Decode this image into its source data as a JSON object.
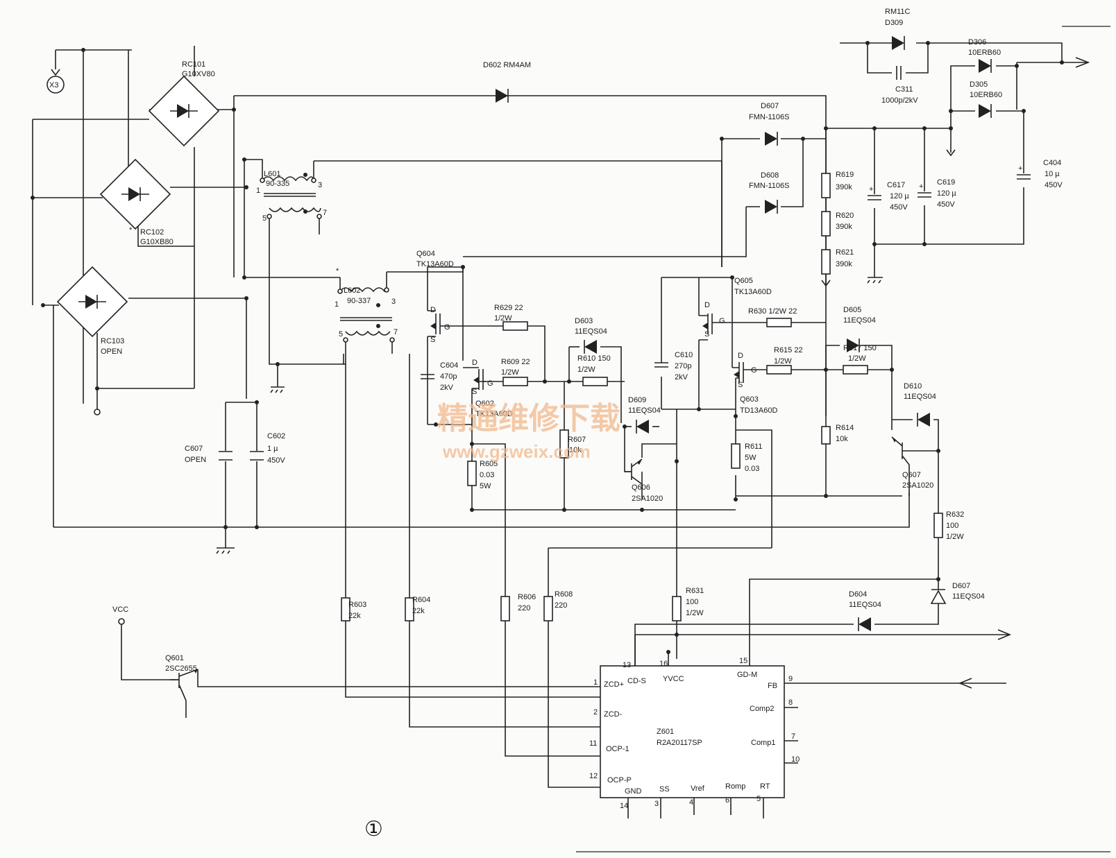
{
  "connectors": {
    "x3": "X3",
    "vcc": "VCC"
  },
  "bridges": {
    "rc101": {
      "ref": "RC101",
      "part": "G10XV80"
    },
    "rc102": {
      "ref": "RC102",
      "part": "G10XB80",
      "mark": "*"
    },
    "rc103": {
      "ref": "RC103",
      "part": "OPEN"
    }
  },
  "inductors": {
    "l601": {
      "ref": "L601",
      "part": "90-335",
      "p1": "1",
      "p3": "3",
      "p5": "5",
      "p7": "7"
    },
    "l602": {
      "ref": "L602",
      "part": "90-337",
      "p1": "1",
      "p3": "3",
      "p5": "5",
      "p7": "7",
      "mark": "*"
    }
  },
  "diodes": {
    "d602": "D602 RM4AM",
    "d607a": {
      "ref": "D607",
      "part": "FMN-1106S"
    },
    "d608": {
      "ref": "D608",
      "part": "FMN-1106S"
    },
    "d309": {
      "ref": "D309",
      "part": "RM11C"
    },
    "d306": {
      "ref": "D306",
      "part": "10ERB60"
    },
    "d305": {
      "ref": "D305",
      "part": "10ERB60"
    },
    "d603": {
      "ref": "D603",
      "part": "11EQS04"
    },
    "d605": {
      "ref": "D605",
      "part": "11EQS04"
    },
    "d609": {
      "ref": "D609",
      "part": "11EQS04"
    },
    "d610": {
      "ref": "D610",
      "part": "11EQS04"
    },
    "d604": {
      "ref": "D604",
      "part": "11EQS04"
    },
    "d607b": {
      "ref": "D607",
      "part": "11EQS04"
    }
  },
  "capacitors": {
    "c311": {
      "ref": "C311",
      "val": "1000p/2kV"
    },
    "c617": {
      "ref": "C617",
      "val": "120 µ",
      "v": "450V"
    },
    "c619": {
      "ref": "C619",
      "val": "120 µ",
      "v": "450V"
    },
    "c404": {
      "ref": "C404",
      "val": "10 µ",
      "v": "450V"
    },
    "c604": {
      "ref": "C604",
      "val": "470p",
      "v": "2kV"
    },
    "c610": {
      "ref": "C610",
      "val": "270p",
      "v": "2kV"
    },
    "c607": {
      "ref": "C607",
      "val": "OPEN"
    },
    "c602": {
      "ref": "C602",
      "val": "1 µ",
      "v": "450V"
    }
  },
  "resistors": {
    "r619": {
      "ref": "R619",
      "val": "390k"
    },
    "r620": {
      "ref": "R620",
      "val": "390k"
    },
    "r621": {
      "ref": "R621",
      "val": "390k"
    },
    "r629": {
      "ref": "R629 22",
      "val": "1/2W"
    },
    "r609": {
      "ref": "R609 22",
      "val": "1/2W"
    },
    "r610": {
      "ref": "R610 150",
      "val": "1/2W"
    },
    "r630": {
      "ref": "R630 1/2W 22"
    },
    "r615": {
      "ref": "R615 22",
      "val": "1/2W"
    },
    "r617": {
      "ref": "R617 150",
      "val": "1/2W"
    },
    "r607": {
      "ref": "R607",
      "val": "10k"
    },
    "r614": {
      "ref": "R614",
      "val": "10k"
    },
    "r605": {
      "ref": "R605",
      "val": "0.03",
      "w": "5W"
    },
    "r611": {
      "ref": "R611",
      "val": "5W",
      "v2": "0.03"
    },
    "r632": {
      "ref": "R632",
      "val": "100",
      "w": "1/2W"
    },
    "r603": {
      "ref": "R603",
      "val": "22k"
    },
    "r604": {
      "ref": "R604",
      "val": "22k"
    },
    "r606": {
      "ref": "R606",
      "val": "220"
    },
    "r608": {
      "ref": "R608",
      "val": "220"
    },
    "r631": {
      "ref": "R631",
      "val": "100",
      "w": "1/2W"
    }
  },
  "transistors": {
    "q604": {
      "ref": "Q604",
      "part": "TK13A60D"
    },
    "q602": {
      "ref": "Q602",
      "part": "TK13A60D"
    },
    "q605": {
      "ref": "Q605",
      "part": "TK13A60D"
    },
    "q603": {
      "ref": "Q603",
      "part": "TD13A60D"
    },
    "q606": {
      "ref": "Q606",
      "part": "2SA1020"
    },
    "q607": {
      "ref": "Q607",
      "part": "2SA1020"
    },
    "q601": {
      "ref": "Q601",
      "part": "2SC2655"
    },
    "pin_d": "D",
    "pin_s": "S",
    "pin_g": "G"
  },
  "ic": {
    "ref": "Z601",
    "part": "R2A20117SP",
    "pins": {
      "zcdp": "ZCD+",
      "cds": "CD-S",
      "yvcc": "YVCC",
      "gdm": "GD-M",
      "fb": "FB",
      "zcdm": "ZCD-",
      "comp2": "Comp2",
      "ocp1": "OCP-1",
      "comp1": "Comp1",
      "ocpp": "OCP-P",
      "gnd": "GND",
      "ss": "SS",
      "vref": "Vref",
      "romp": "Romp",
      "rt": "RT"
    },
    "nums": {
      "n1": "1",
      "n2": "2",
      "n11": "11",
      "n12": "12",
      "n13": "13",
      "n16": "16",
      "n15": "15",
      "n9": "9",
      "n8": "8",
      "n7": "7",
      "n10": "10",
      "n14": "14",
      "n3": "3",
      "n4": "4",
      "n6": "6",
      "n5": "5"
    }
  },
  "watermark": {
    "cn": "精通维修下载",
    "url": "www.gzweix.com"
  },
  "figure_number": "①"
}
